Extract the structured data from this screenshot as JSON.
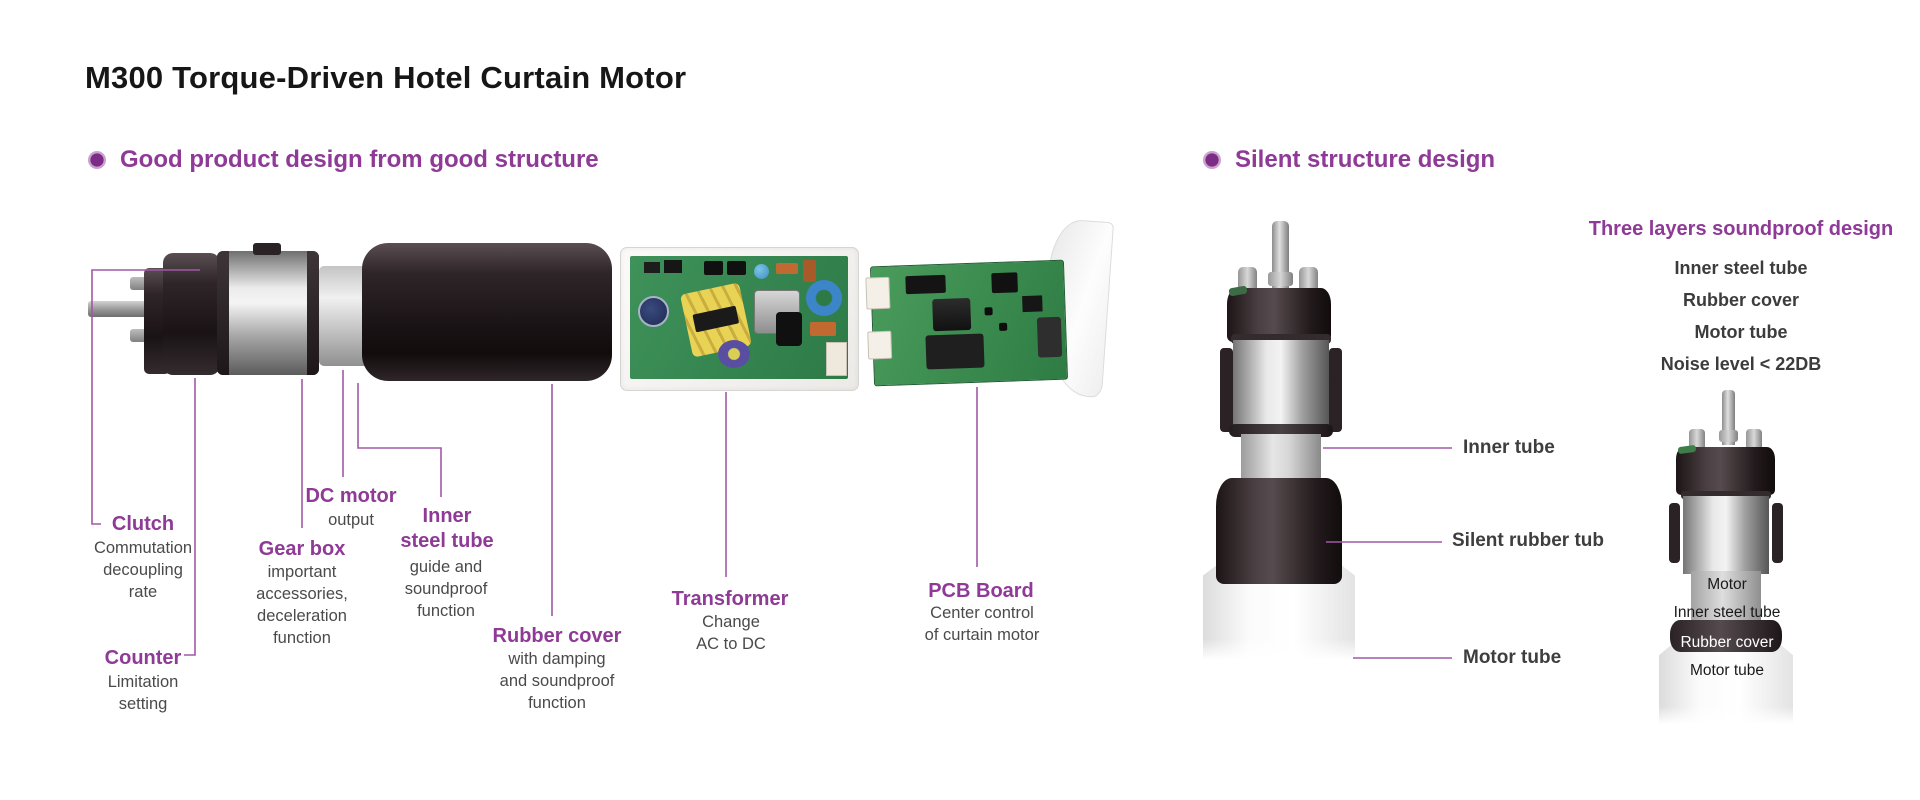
{
  "page": {
    "title": "M300 Torque-Driven Hotel Curtain Motor"
  },
  "colors": {
    "accent_purple": "#8e3a96",
    "leader_line": "#a158a5",
    "description_gray": "#4a4a4a",
    "dark_label": "#3e3e3e"
  },
  "sections": {
    "left": {
      "header": "Good product design from good structure",
      "parts": [
        {
          "label": "Clutch",
          "desc": "Commutation\ndecoupling\nrate"
        },
        {
          "label": "Counter",
          "desc": "Limitation\nsetting"
        },
        {
          "label": "Gear box",
          "desc": "important\naccessories,\ndeceleration\nfunction"
        },
        {
          "label": "DC motor",
          "desc": "output"
        },
        {
          "label": "Inner\nsteel tube",
          "desc": "guide and\nsoundproof\nfunction"
        },
        {
          "label": "Rubber cover",
          "desc": "with damping\nand soundproof\nfunction"
        },
        {
          "label": "Transformer",
          "desc": "Change\nAC to DC"
        },
        {
          "label": "PCB Board",
          "desc": "Center control\nof curtain motor"
        }
      ]
    },
    "right": {
      "header": "Silent structure design",
      "soundproof": {
        "title": "Three layers soundproof design",
        "items": [
          "Inner steel tube",
          "Rubber cover",
          "Motor tube",
          "Noise level < 22DB"
        ]
      },
      "callouts": [
        {
          "label": "Inner tube"
        },
        {
          "label": "Silent rubber tub"
        },
        {
          "label": "Motor tube"
        }
      ],
      "mini_labels": [
        {
          "label": "Motor"
        },
        {
          "label": "Inner steel tube"
        },
        {
          "label": "Rubber cover"
        },
        {
          "label": "Motor tube"
        }
      ]
    }
  }
}
